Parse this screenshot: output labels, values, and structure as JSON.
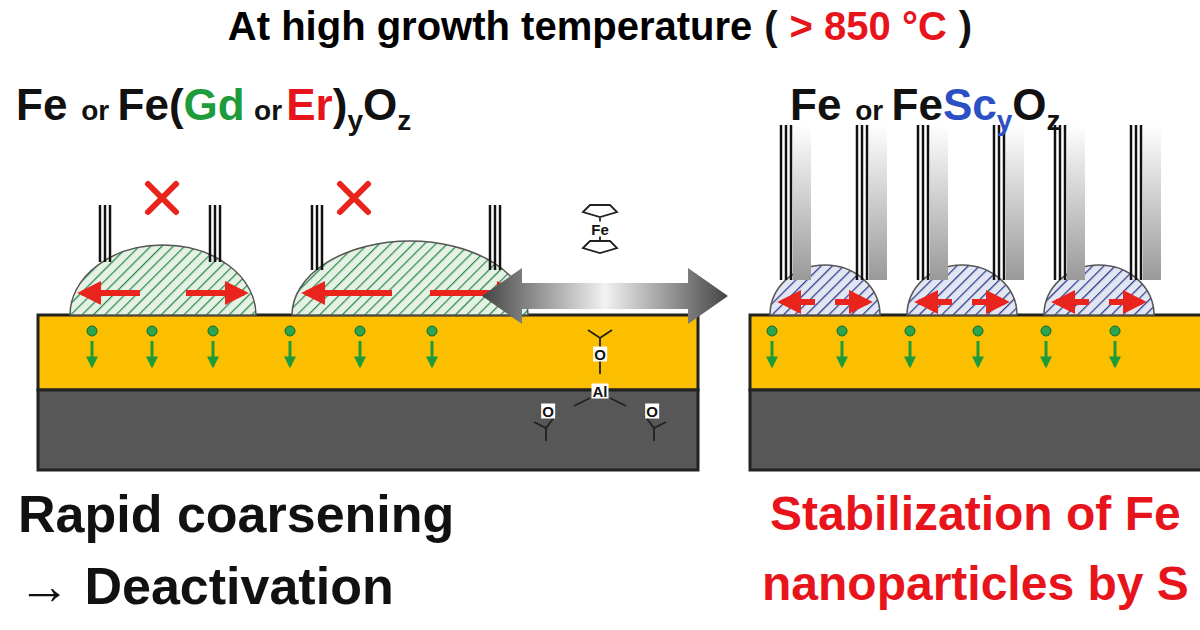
{
  "diagram": {
    "title": "At high growth temperature",
    "labels": [
      "(",
      "> 850 °C",
      ")",
      "Fe",
      "or",
      "Fe(",
      "Gd",
      "or",
      "Er",
      ")",
      "y",
      "O",
      "z",
      "Fe",
      "or",
      "Fe",
      "Sc",
      "y",
      "O",
      "z",
      "Fe",
      "O",
      "O",
      "Al",
      "O",
      "Rapid coarsening",
      "→ Deactivation",
      "Stabilization of Fe",
      "nanoparticles by S"
    ]
  }
}
